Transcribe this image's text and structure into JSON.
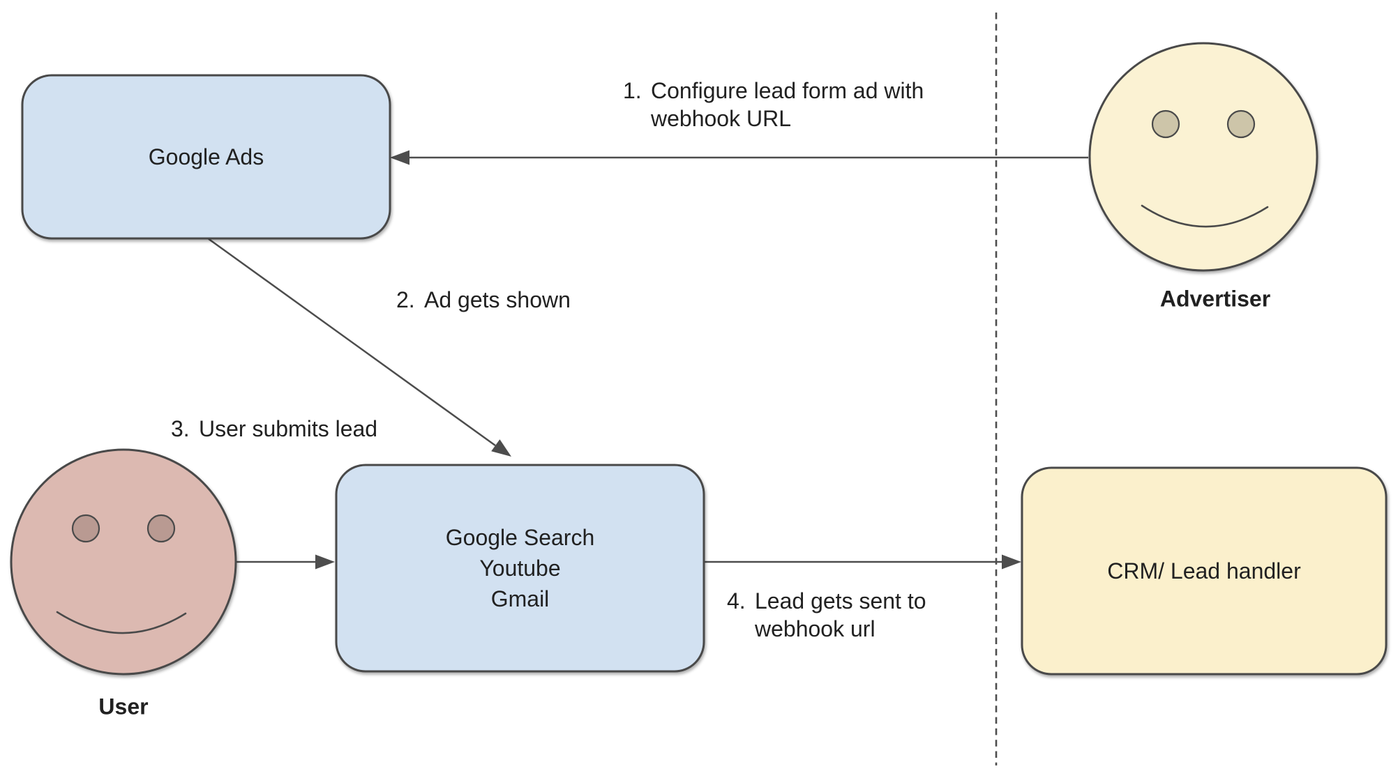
{
  "colors": {
    "box_blue_fill": "#d2e1f1",
    "box_yellow_fill": "#fbf0cc",
    "face_yellow_fill": "#fbf2d3",
    "face_pink_fill": "#dcb9b1",
    "eye_tan_fill": "#cdc5a9",
    "eye_mauve_fill": "#b99a92",
    "shape_stroke": "#4a4a4a",
    "line_stroke": "#4d4d4d",
    "text_ink": "#212121"
  },
  "nodes": {
    "google_ads": {
      "label": "Google Ads"
    },
    "platforms": {
      "lines": [
        "Google Search",
        "Youtube",
        "Gmail"
      ]
    },
    "crm": {
      "label": "CRM/ Lead handler"
    },
    "advertiser": {
      "label": "Advertiser"
    },
    "user": {
      "label": "User"
    }
  },
  "edges": {
    "configure": {
      "number": "1.",
      "lines": [
        "Configure lead form ad with",
        "webhook URL"
      ]
    },
    "ad_shown": {
      "number": "2.",
      "lines": [
        "Ad gets shown"
      ]
    },
    "submit_lead": {
      "number": "3.",
      "lines": [
        "User submits lead"
      ]
    },
    "send_webhook": {
      "number": "4.",
      "lines": [
        "Lead gets sent to",
        "webhook url"
      ]
    }
  }
}
